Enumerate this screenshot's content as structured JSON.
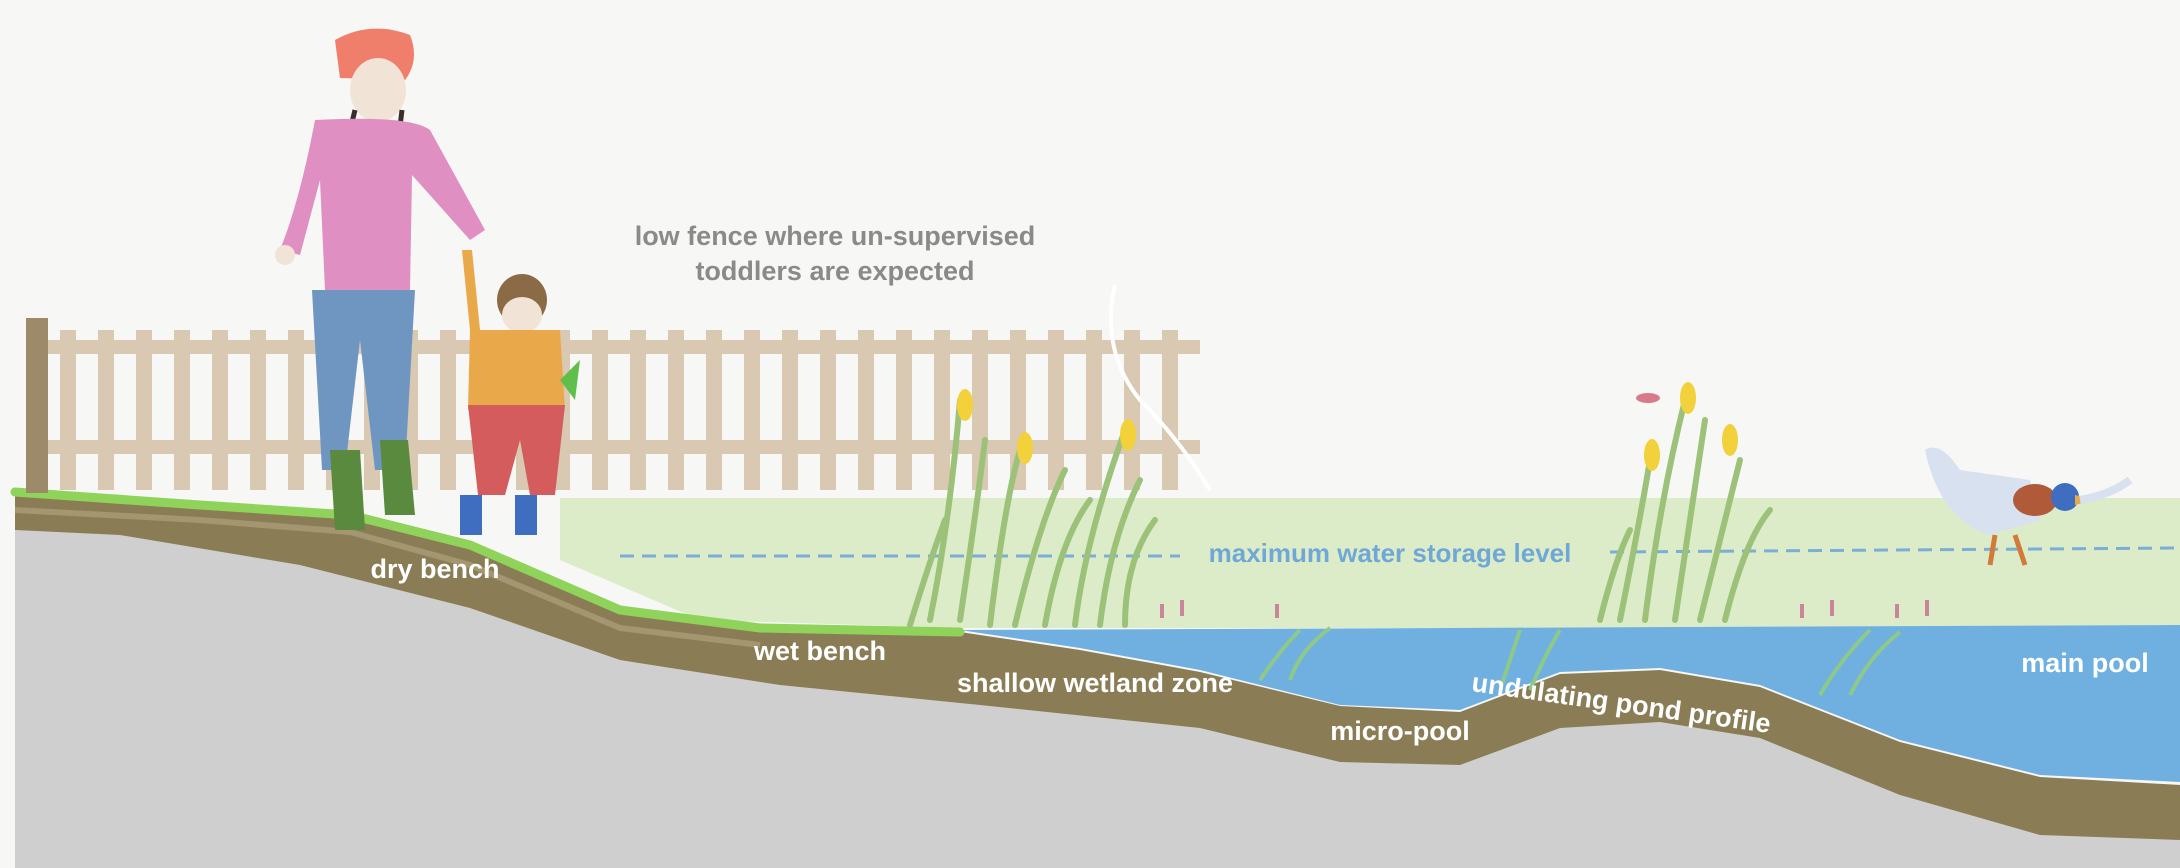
{
  "annotation": {
    "fence_note_line1": "low fence where un-supervised",
    "fence_note_line2": "toddlers are expected"
  },
  "labels": {
    "dry_bench": "dry bench",
    "wet_bench": "wet bench",
    "shallow_wetland_zone": "shallow wetland zone",
    "micro_pool": "micro-pool",
    "undulating_pond_profile": "undulating pond profile",
    "main_pool": "main pool",
    "max_water_level": "maximum water storage level"
  },
  "colors": {
    "background": "#f7f7f6",
    "ground": "#cfcfcf",
    "soil": "#8a7d55",
    "grass": "#8fd35a",
    "storage_zone": "#dcecc8",
    "water": "#6fb0e0",
    "fence": "#d9c8b2",
    "reeds": "#9cc27a",
    "flowers": "#f2d13a"
  },
  "icons": [
    "woman-figure-icon",
    "toddler-figure-icon",
    "duck-icon",
    "reed-plant-icon",
    "dragonfly-icon"
  ]
}
